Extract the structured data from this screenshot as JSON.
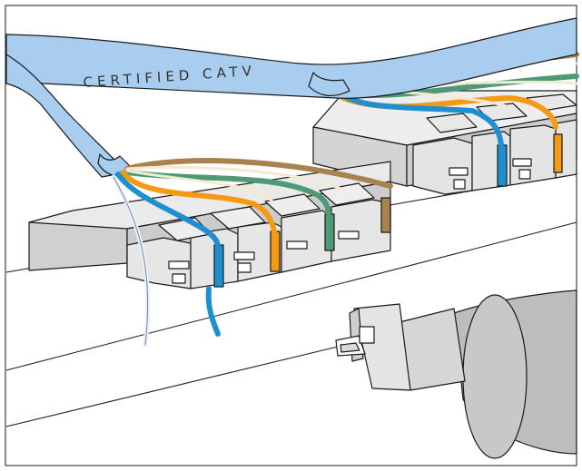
{
  "cable": {
    "label": "CERTIFIED CATV"
  },
  "colors": {
    "cable_jacket": "#a8cdee",
    "pair_blue": "#1f8fd0",
    "pair_orange": "#f49a14",
    "pair_green": "#4e9a76",
    "pair_brown": "#a8834f",
    "block_light": "#e8e8e8",
    "block_mid": "#cfcfcf",
    "block_dark": "#b4b4b4",
    "tool_body": "#bdbdbd",
    "outline": "#1a1a1a"
  },
  "icons": [
    "punch-down-block",
    "punch-down-tool",
    "cat-cable"
  ]
}
